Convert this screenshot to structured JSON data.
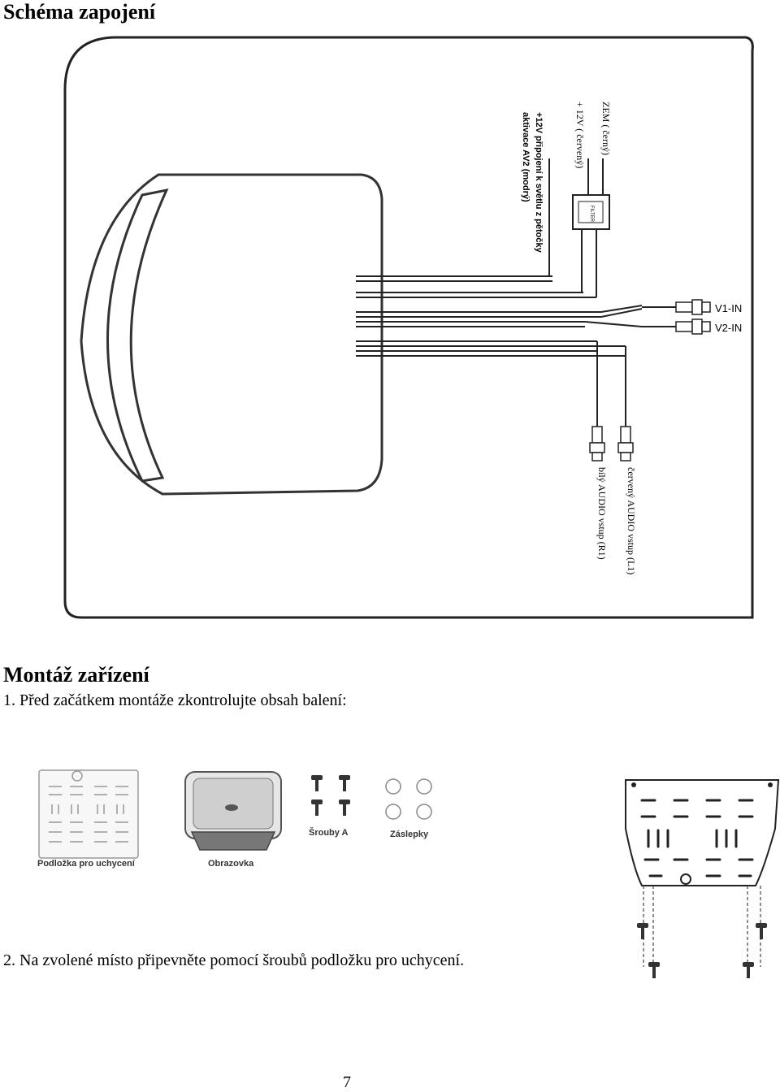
{
  "section1": {
    "title": "Schéma zapojení"
  },
  "diagram": {
    "labels": {
      "gnd": "ZEM ( černý)",
      "plus12": "+ 12V ( červený)",
      "light": "+12V připojení k světlu z pětočky",
      "activation": "aktivace AV2 (modrý)",
      "v1": "V1-IN",
      "v2": "V2-IN",
      "audio_l": "červený  AUDIO vstup (L1)",
      "audio_r": "bílý  AUDIO vstup (R1)",
      "filter": "FILTER"
    }
  },
  "section2": {
    "title": "Montáž zařízení",
    "step1": "1.  Před začátkem montáže zkontrolujte obsah balení:",
    "step2": "2.  Na zvolené místo připevněte pomocí šroubů podložku pro uchycení."
  },
  "package": {
    "bracket": "Podložka pro uchycení",
    "screen": "Obrazovka",
    "screws": "Šrouby A",
    "plugs": "Záslepky"
  },
  "page_number": "7"
}
